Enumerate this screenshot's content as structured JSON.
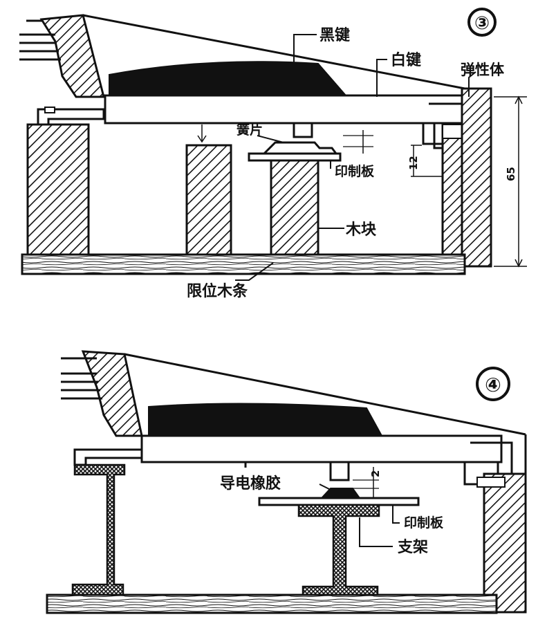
{
  "figure_3": {
    "number": "③",
    "labels": {
      "black_key": "黑键",
      "white_key": "白键",
      "elastic_body": "弹性体",
      "reed": "簧片",
      "pcb": "印制板",
      "wood_block": "木块",
      "limit_strip": "限位木条"
    },
    "dimensions": {
      "gap_small": "12",
      "total_height": "65"
    }
  },
  "figure_4": {
    "number": "④",
    "labels": {
      "conductive_rubber": "导电橡胶",
      "pcb": "印制板",
      "bracket": "支架"
    },
    "dimensions": {
      "gap": "2"
    }
  }
}
